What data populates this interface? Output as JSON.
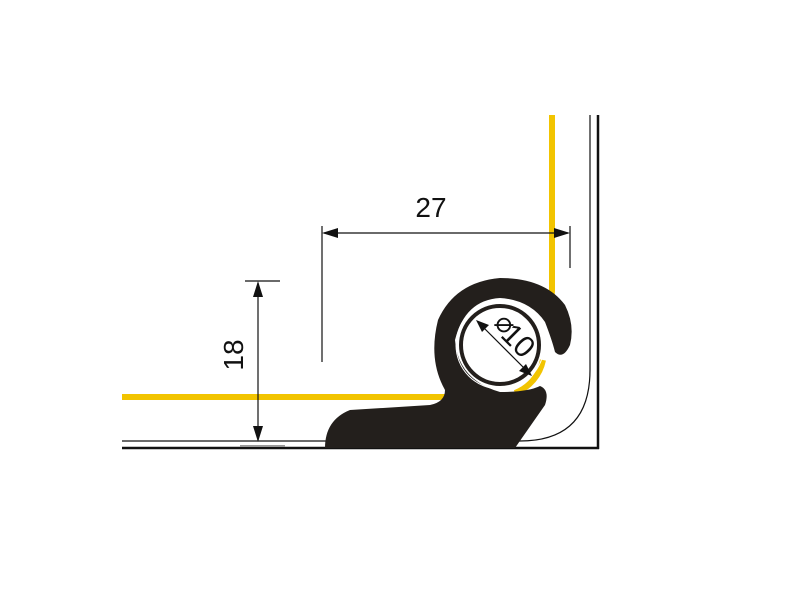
{
  "dimensions": {
    "width_label": "27",
    "height_label": "18",
    "diameter_label": "10",
    "diameter_symbol": "⌀"
  },
  "colors": {
    "profile": "#231f1c",
    "strip": "#f2c400",
    "line": "#111111"
  }
}
